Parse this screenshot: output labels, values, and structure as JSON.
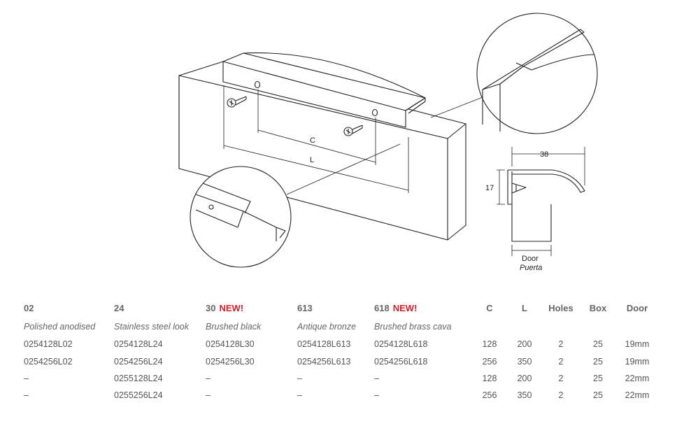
{
  "drawing": {
    "label_c": "C",
    "label_l": "L",
    "dim_width": "38",
    "dim_height": "17",
    "door_en": "Door",
    "door_es": "Puerta"
  },
  "table": {
    "finishes": [
      {
        "code": "02",
        "name": "Polished anodised",
        "new": ""
      },
      {
        "code": "24",
        "name": "Stainless steel look",
        "new": ""
      },
      {
        "code": "30",
        "name": "Brushed black",
        "new": "NEW!"
      },
      {
        "code": "613",
        "name": "Antique bronze",
        "new": ""
      },
      {
        "code": "618",
        "name": "Brushed brass cava",
        "new": "NEW!"
      }
    ],
    "spec_headers": [
      "C",
      "L",
      "Holes",
      "Box",
      "Door"
    ],
    "rows": [
      {
        "codes": [
          "0254128L02",
          "0254128L24",
          "0254128L30",
          "0254128L613",
          "0254128L618"
        ],
        "specs": [
          "128",
          "200",
          "2",
          "25",
          "19mm"
        ]
      },
      {
        "codes": [
          "0254256L02",
          "0254256L24",
          "0254256L30",
          "0254256L613",
          "0254256L618"
        ],
        "specs": [
          "256",
          "350",
          "2",
          "25",
          "19mm"
        ]
      },
      {
        "codes": [
          "–",
          "0255128L24",
          "–",
          "–",
          "–"
        ],
        "specs": [
          "128",
          "200",
          "2",
          "25",
          "22mm"
        ]
      },
      {
        "codes": [
          "–",
          "0255256L24",
          "–",
          "–",
          "–"
        ],
        "specs": [
          "256",
          "350",
          "2",
          "25",
          "22mm"
        ]
      }
    ]
  }
}
